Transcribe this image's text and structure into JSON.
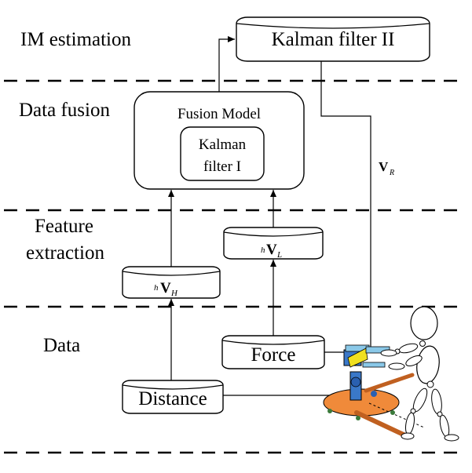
{
  "layers": {
    "im_estimation": "IM estimation",
    "data_fusion": "Data fusion",
    "feature_extraction_1": "Feature",
    "feature_extraction_2": "extraction",
    "data": "Data"
  },
  "boxes": {
    "kalman2": "Kalman filter II",
    "fusion_model": "Fusion Model",
    "kalman1_line1": "Kalman",
    "kalman1_line2": "filter I",
    "force": "Force",
    "distance": "Distance"
  },
  "symbols": {
    "vr_main": "V",
    "vr_sub": "R",
    "vl_pre": "h",
    "vl_main": "V",
    "vl_sub": "L",
    "vh_pre": "h",
    "vh_main": "V",
    "vh_sub": "H"
  },
  "colors": {
    "stroke": "#000000",
    "platform": "#f08a3a",
    "pillar": "#3a78c8",
    "handle": "#8ac8e8",
    "sensor": "#f0e020"
  }
}
